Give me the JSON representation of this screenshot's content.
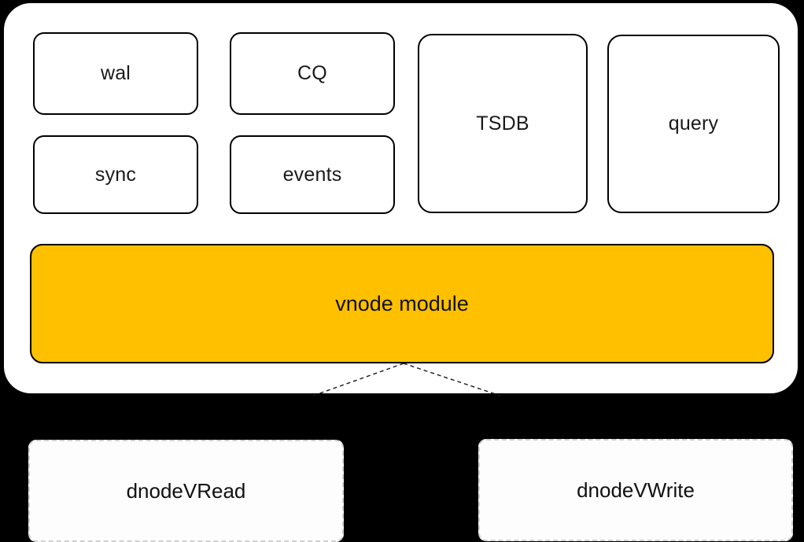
{
  "diagram": {
    "type": "block-architecture",
    "background_color": "#000000",
    "accent_color": "#FFC000",
    "panel": {
      "name": "vnode-container",
      "style": "dashed-outline rounded white panel",
      "modules": [
        {
          "id": "wal",
          "label": "wal",
          "shape": "rounded-rect",
          "fill": "#ffffff"
        },
        {
          "id": "cq",
          "label": "CQ",
          "shape": "rounded-rect",
          "fill": "#ffffff"
        },
        {
          "id": "sync",
          "label": "sync",
          "shape": "rounded-rect",
          "fill": "#ffffff"
        },
        {
          "id": "events",
          "label": "events",
          "shape": "rounded-rect",
          "fill": "#ffffff"
        },
        {
          "id": "tsdb",
          "label": "TSDB",
          "shape": "rounded-rect",
          "fill": "#ffffff"
        },
        {
          "id": "query",
          "label": "query",
          "shape": "rounded-rect",
          "fill": "#ffffff"
        }
      ],
      "bar": {
        "id": "vnode-module",
        "label": "vnode module",
        "fill": "#FFC000",
        "stroke": "#000000"
      }
    },
    "consumers": [
      {
        "id": "dnodevread",
        "label": "dnodeVRead",
        "border": "dashed"
      },
      {
        "id": "dnodevwrite",
        "label": "dnodeVWrite",
        "border": "dashed"
      }
    ],
    "connectors": [
      {
        "from": "vnode-module",
        "to": "dnodevread",
        "style": "dashed",
        "arrow": false
      },
      {
        "from": "vnode-module",
        "to": "dnodevwrite",
        "style": "dashed",
        "arrow": false
      }
    ]
  }
}
